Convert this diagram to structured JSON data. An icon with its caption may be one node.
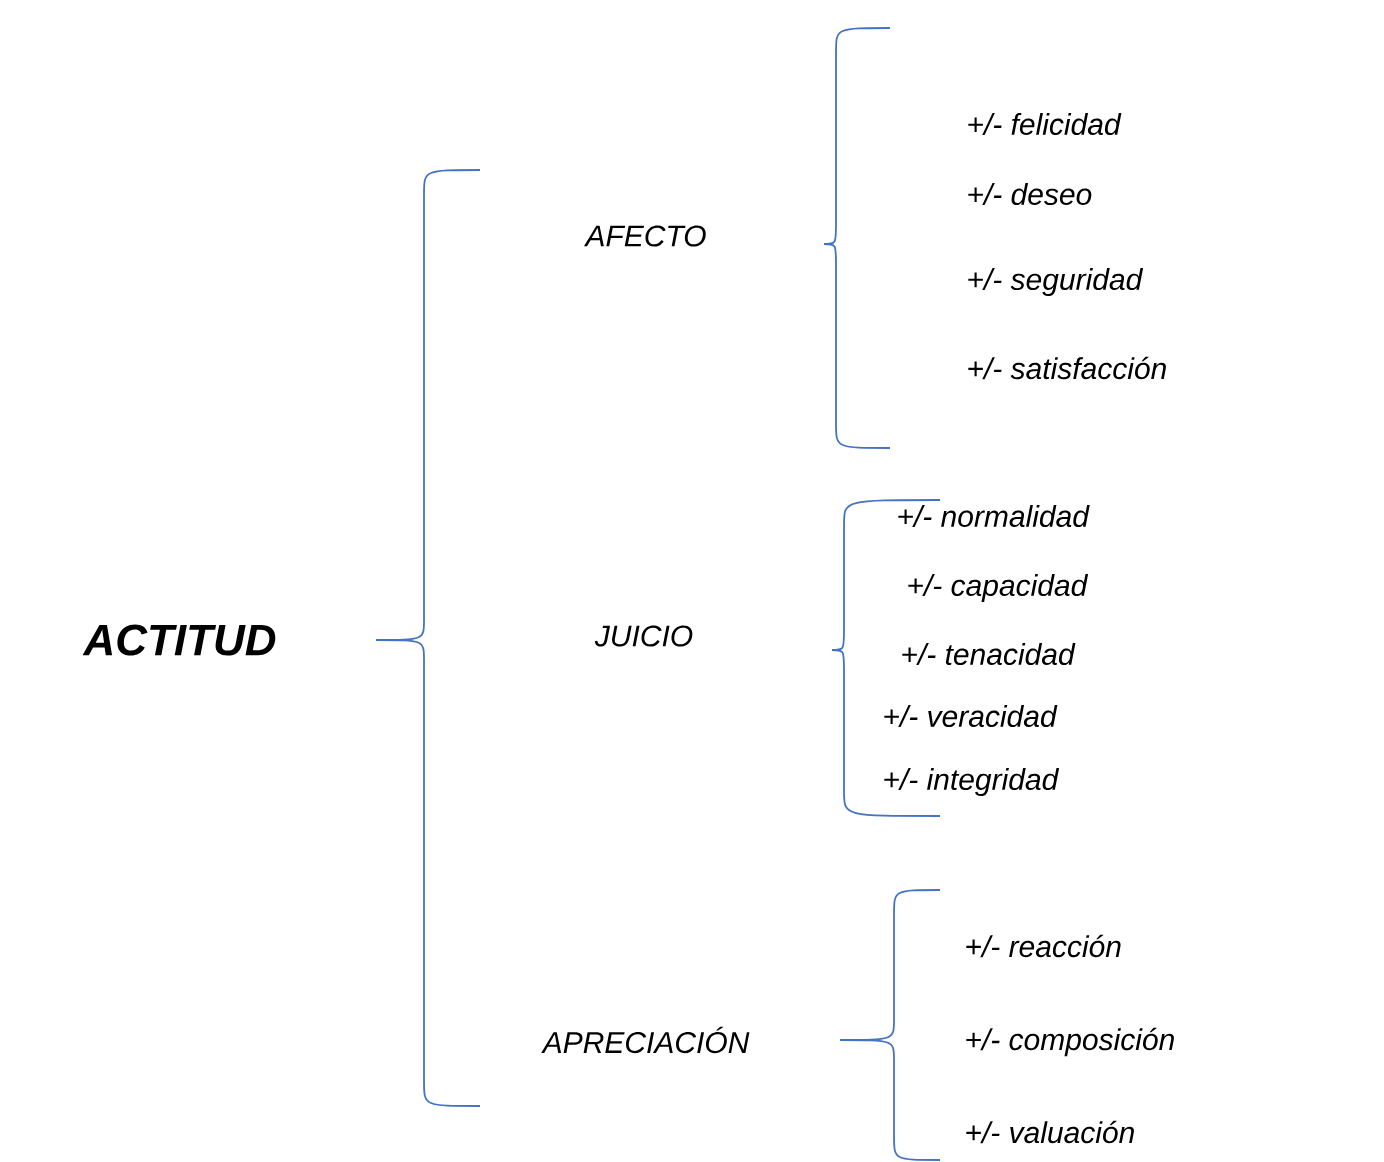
{
  "diagram": {
    "labels": [
      "ACTITUD",
      "AFECTO",
      "+/- felicidad",
      "+/- deseo",
      "+/- seguridad",
      "+/- satisfacción",
      "JUICIO",
      "+/- normalidad",
      "+/- capacidad",
      "+/- tenacidad",
      "+/- veracidad",
      "+/- integridad",
      "APRECIACIÓN",
      "+/- reacción",
      "+/- composición",
      "+/- valuación"
    ]
  }
}
